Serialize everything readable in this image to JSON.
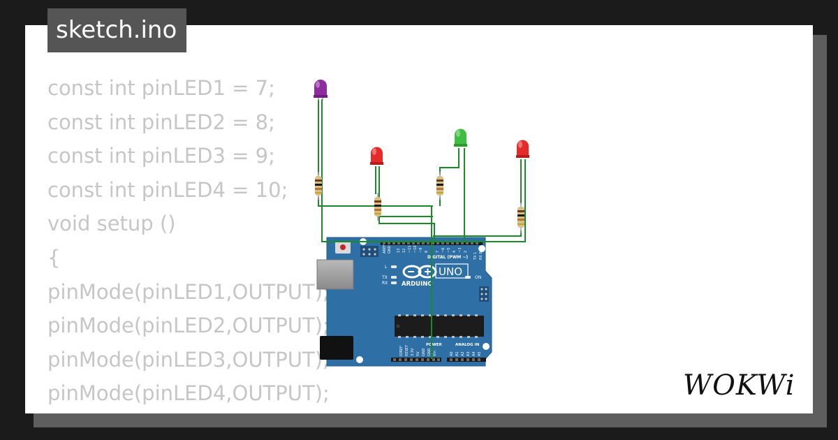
{
  "title": "sketch.ino",
  "code_lines": [
    "const int pinLED1 = 7;",
    "const int pinLED2 = 8;",
    "const int pinLED3 = 9;",
    "const int pinLED4 = 10;",
    "void setup ()",
    "{",
    "pinMode(pinLED1,OUTPUT);",
    "pinMode(pinLED2,OUTPUT);",
    "pinMode(pinLED3,OUTPUT);",
    "pinMode(pinLED4,OUTPUT);",
    "}"
  ],
  "brand": "WOKWi",
  "board": {
    "name": "UNO",
    "maker": "ARDUINO",
    "header_digital": "DIGITAL (PWM ~)",
    "header_power": "POWER",
    "header_analog": "ANALOG IN",
    "label_l": "L",
    "label_tx": "TX",
    "label_rx": "RX",
    "label_on": "ON",
    "label_aref": "AREF",
    "label_gnd": "GND",
    "digital_pins": [
      "13",
      "12",
      "~11",
      "~10",
      "~9",
      "8",
      "7",
      "~6",
      "~5",
      "4",
      "~3",
      "2",
      "TX 1",
      "RX 0"
    ],
    "power_pins": [
      "IOREF",
      "RESET",
      "3.3V",
      "5V",
      "GND",
      "GND",
      "Vin"
    ],
    "analog_pins": [
      "A0",
      "A1",
      "A2",
      "A3",
      "A4",
      "A5"
    ]
  },
  "leds": [
    {
      "color": "purple",
      "fill": "#8e2c9e"
    },
    {
      "color": "red",
      "fill": "#e52a2a"
    },
    {
      "color": "green",
      "fill": "#3fbf3f"
    },
    {
      "color": "red",
      "fill": "#e52a2a"
    }
  ],
  "colors": {
    "background": "#1b1b1b",
    "card": "#ffffff",
    "code_text": "#c6c6c6",
    "title_bg": "#555555",
    "board": "#2e6fa6",
    "wire": "#1a8a2a"
  }
}
